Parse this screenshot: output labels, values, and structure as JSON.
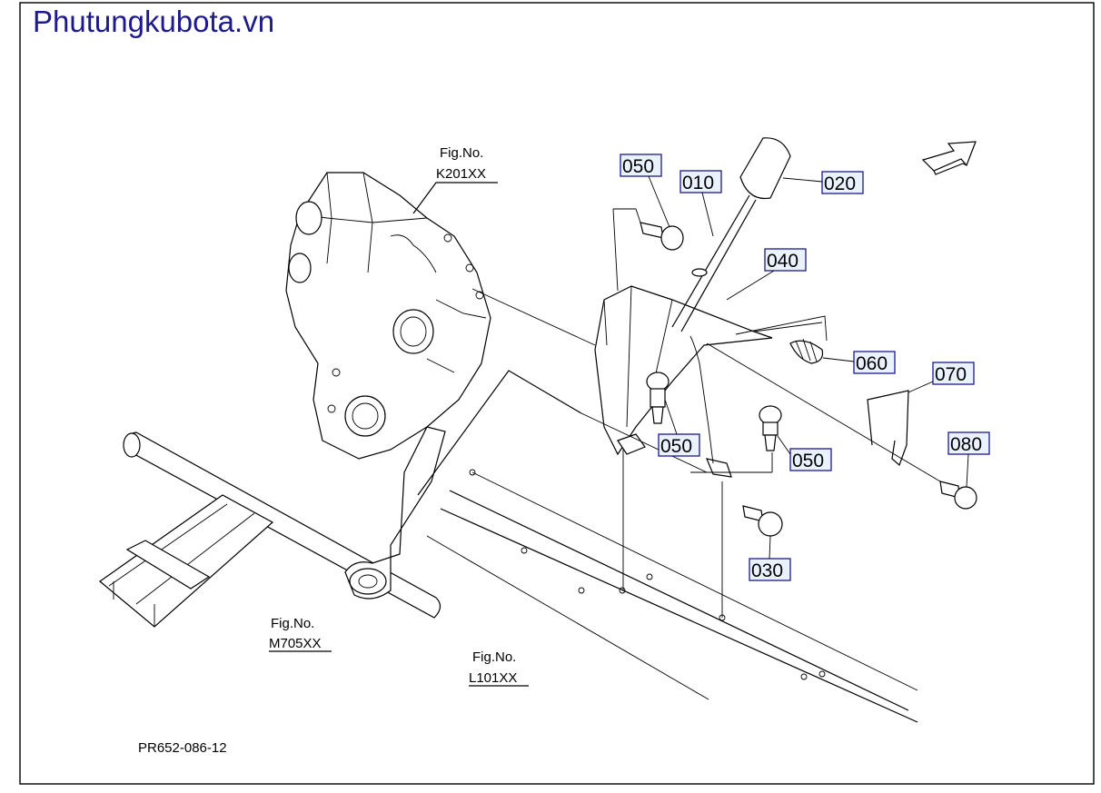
{
  "header": {
    "site_title": "Phutungkubota.vn"
  },
  "figure_refs": [
    {
      "id": "fig-k201",
      "label": "Fig.No.",
      "code": "K201XX"
    },
    {
      "id": "fig-m705",
      "label": "Fig.No.",
      "code": "M705XX"
    },
    {
      "id": "fig-l101",
      "label": "Fig.No.",
      "code": "L101XX"
    }
  ],
  "callouts": [
    "050",
    "010",
    "020",
    "040",
    "060",
    "070",
    "050",
    "050",
    "080",
    "030"
  ],
  "drawing_code": "PR652-086-12",
  "icons": {
    "direction": "front-arrow-icon"
  }
}
